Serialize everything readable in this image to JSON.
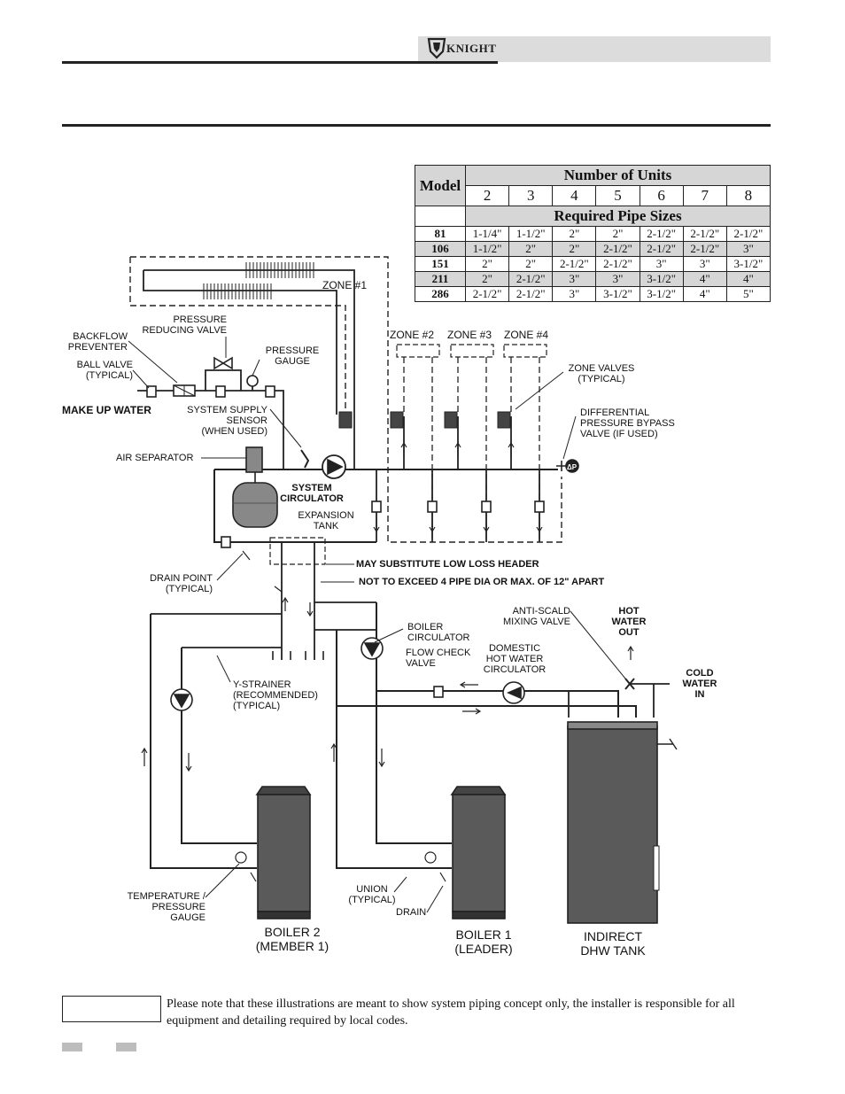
{
  "header": {
    "logo_text": "KNIGHT"
  },
  "table": {
    "model_header": "Model",
    "units_header": "Number of Units",
    "units": [
      "2",
      "3",
      "4",
      "5",
      "6",
      "7",
      "8"
    ],
    "sizes_header": "Required Pipe Sizes",
    "rows": [
      {
        "model": "81",
        "sizes": [
          "1-1/4\"",
          "1-1/2\"",
          "2\"",
          "2\"",
          "2-1/2\"",
          "2-1/2\"",
          "2-1/2\""
        ]
      },
      {
        "model": "106",
        "sizes": [
          "1-1/2\"",
          "2\"",
          "2\"",
          "2-1/2\"",
          "2-1/2\"",
          "2-1/2\"",
          "3\""
        ]
      },
      {
        "model": "151",
        "sizes": [
          "2\"",
          "2\"",
          "2-1/2\"",
          "2-1/2\"",
          "3\"",
          "3\"",
          "3-1/2\""
        ]
      },
      {
        "model": "211",
        "sizes": [
          "2\"",
          "2-1/2\"",
          "3\"",
          "3\"",
          "3-1/2\"",
          "4\"",
          "4\""
        ]
      },
      {
        "model": "286",
        "sizes": [
          "2-1/2\"",
          "2-1/2\"",
          "3\"",
          "3-1/2\"",
          "3-1/2\"",
          "4\"",
          "5\""
        ]
      }
    ]
  },
  "labels": {
    "zone1": "ZONE #1",
    "zone2": "ZONE #2",
    "zone3": "ZONE #3",
    "zone4": "ZONE #4",
    "pressure_reducing_valve": [
      "PRESSURE",
      "REDUCING VALVE"
    ],
    "backflow_preventer": [
      "BACKFLOW",
      "PREVENTER"
    ],
    "ball_valve": [
      "BALL VALVE",
      "(TYPICAL)"
    ],
    "pressure_gauge": [
      "PRESSURE",
      "GAUGE"
    ],
    "make_up_water": "MAKE UP WATER",
    "system_supply_sensor": [
      "SYSTEM SUPPLY",
      "SENSOR",
      "(WHEN USED)"
    ],
    "air_separator": "AIR SEPARATOR",
    "system_circulator": [
      "SYSTEM",
      "CIRCULATOR"
    ],
    "expansion_tank": [
      "EXPANSION",
      "TANK"
    ],
    "zone_valves": [
      "ZONE VALVES",
      "(TYPICAL)"
    ],
    "differential_valve": [
      "DIFFERENTIAL",
      "PRESSURE BYPASS",
      "VALVE (IF USED)"
    ],
    "low_loss_header": "MAY SUBSTITUTE LOW LOSS HEADER",
    "drain_point": [
      "DRAIN POINT",
      "(TYPICAL)"
    ],
    "not_to_exceed": "NOT TO EXCEED 4 PIPE DIA OR MAX. OF 12\" APART",
    "anti_scald": [
      "ANTI-SCALD",
      "MIXING VALVE"
    ],
    "hot_water_out": [
      "HOT",
      "WATER",
      "OUT"
    ],
    "boiler_circulator": [
      "BOILER",
      "CIRCULATOR"
    ],
    "flow_check_valve": [
      "FLOW CHECK",
      "VALVE"
    ],
    "dhw_circulator": [
      "DOMESTIC",
      "HOT WATER",
      "CIRCULATOR"
    ],
    "cold_water_in": [
      "COLD",
      "WATER",
      "IN"
    ],
    "y_strainer": [
      "Y-STRAINER",
      "(RECOMMENDED)",
      "(TYPICAL)"
    ],
    "temp_pressure_gauge": [
      "TEMPERATURE /",
      "PRESSURE",
      "GAUGE"
    ],
    "union": [
      "UNION",
      "(TYPICAL)"
    ],
    "drain": "DRAIN",
    "boiler2": [
      "BOILER 2",
      "(MEMBER 1)"
    ],
    "boiler1": [
      "BOILER 1",
      "(LEADER)"
    ],
    "dhw_tank": [
      "INDIRECT",
      "DHW TANK"
    ],
    "dp_badge": "ΔP"
  },
  "note": {
    "text": "Please note that these illustrations are meant to show system piping concept only, the installer is responsible for all equipment and detailing required by local codes."
  },
  "colors": {
    "header_band": "#dcdcdc",
    "table_shade": "#d6d6d6",
    "boiler_body": "#5a5a5a"
  }
}
